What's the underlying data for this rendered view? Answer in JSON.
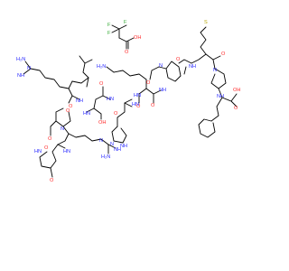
{
  "diagram": {
    "kind": "chemical-structure",
    "counter_ion": "trifluoroacetic acid",
    "colors": {
      "carbon_bond": "#000000",
      "nitrogen": "#2b2bff",
      "oxygen": "#ff2b2b",
      "sulfur": "#b5a300",
      "fluorine": "#2fa82f"
    },
    "atom_labels": {
      "f1": "F",
      "f2": "F",
      "f3": "F",
      "tfa_o1": "O",
      "tfa_oh": "OH",
      "s": "S",
      "nh_met": "NH",
      "o_pro1": "O",
      "o_met": "O",
      "n_pro1": "N",
      "n_pro2": "N",
      "o_pro2": "O",
      "oh_phe": "OH",
      "o_phe": "O",
      "nh_phe": "NH",
      "nh2_lys": "H₂N",
      "nh_gly": "NH",
      "o_gly": "O",
      "hn_lys": "HN",
      "o_lys": "O",
      "n_his1": "N",
      "nh_his": "NH",
      "nh_his2": "HN",
      "o_his": "O",
      "hn_ser": "HN",
      "oh_ser": "OH",
      "o_ser": "O",
      "hn_leu": "HN",
      "o_leu": "O",
      "hn_arg1": "H₂N",
      "nh_arg1": "NH",
      "n_arg1": "N",
      "nh_arg1b": "NH",
      "o_pro3": "O",
      "n_pro3": "N",
      "o_arg2": "O",
      "nh_arg2": "HN",
      "nh_arg2b": "NH",
      "n_arg2": "N",
      "h2n_arg2": "H₂N",
      "o_pyro": "O",
      "nh_pyro": "HN",
      "o_pyro2": "O"
    }
  }
}
